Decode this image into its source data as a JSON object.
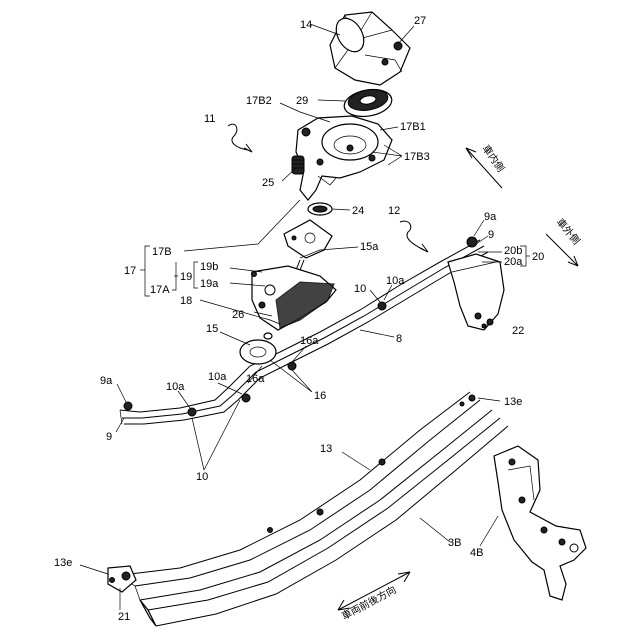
{
  "labels": {
    "l14": "14",
    "l27": "27",
    "l29": "29",
    "l17B2": "17B2",
    "l17B1": "17B1",
    "l11": "11",
    "l17B3": "17B3",
    "l25": "25",
    "l24": "24",
    "l12": "12",
    "l9a_r": "9a",
    "l9_r": "9",
    "l20b": "20b",
    "l20a": "20a",
    "l20": "20",
    "l17B": "17B",
    "l15a": "15a",
    "l17": "17",
    "l19b": "19b",
    "l19": "19",
    "l19a": "19a",
    "l17A": "17A",
    "l18": "18",
    "l10_m": "10",
    "l10a_m": "10a",
    "l26": "26",
    "l22": "22",
    "l8": "8",
    "l15": "15",
    "l16a_a": "16a",
    "l9a_l": "9a",
    "l10a_l1": "10a",
    "l10a_l2": "10a",
    "l16a_b": "16a",
    "l16": "16",
    "l9_l": "9",
    "l10_l": "10",
    "l13e_r": "13e",
    "l13": "13",
    "l3B": "3B",
    "l4B": "4B",
    "l13e_l": "13e",
    "l21": "21"
  },
  "direction_labels": {
    "inner": "車内側",
    "outer": "車外側",
    "front_rear": "車両前後方向"
  }
}
